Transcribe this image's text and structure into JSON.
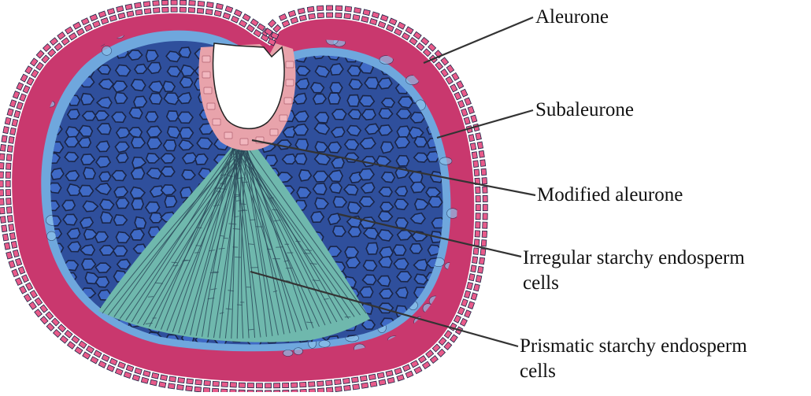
{
  "labels": {
    "aleurone": "Aleurone",
    "subaleurone": "Subaleurone",
    "modified_aleurone": "Modified aleurone",
    "irregular": {
      "line1": "Irregular starchy endosperm",
      "line2": "cells"
    },
    "prismatic": {
      "line1": "Prismatic starchy endosperm",
      "line2": "cells"
    }
  },
  "colors": {
    "aleurone_layer": "#c9386e",
    "aleurone_cell": "#e85b8a",
    "subaleurone": "#6fa7dd",
    "endosperm": "#2f4f9c",
    "endosperm_cell": "#3f6ac6",
    "cell_wall": "#1a2547",
    "modified_aleurone": "#e8a3ab",
    "prismatic": "#6fb8ad",
    "leader_line": "#333333"
  }
}
